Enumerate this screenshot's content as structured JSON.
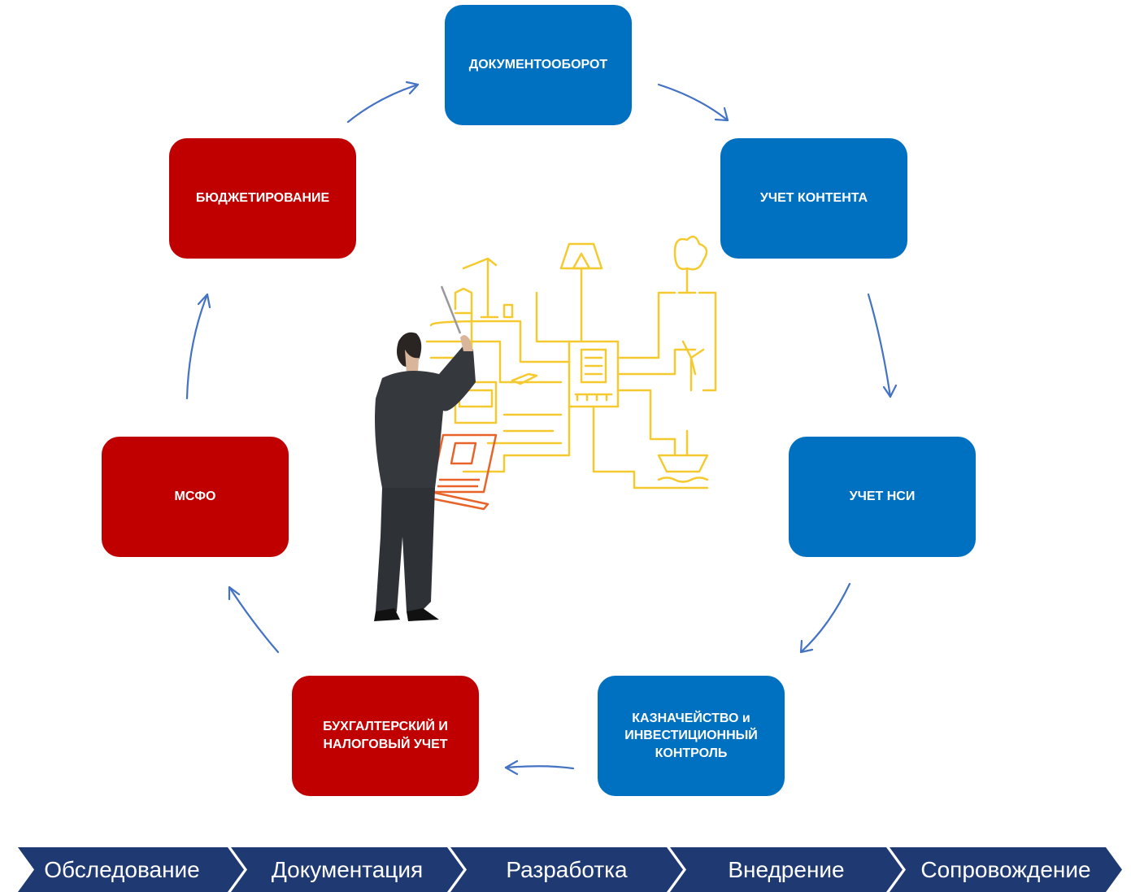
{
  "nodes": [
    {
      "label": "ДОКУМЕНТООБОРОТ",
      "color": "#0070c0"
    },
    {
      "label": "УЧЕТ КОНТЕНТА",
      "color": "#0070c0"
    },
    {
      "label": "УЧЕТ НСИ",
      "color": "#0070c0"
    },
    {
      "label": "КАЗНАЧЕЙСТВО и ИНВЕСТИЦИОННЫЙ КОНТРОЛЬ",
      "color": "#0070c0"
    },
    {
      "label": "БУХГАЛТЕРСКИЙ И НАЛОГОВЫЙ УЧЕТ",
      "color": "#c00000"
    },
    {
      "label": "МСФО",
      "color": "#c00000"
    },
    {
      "label": "БЮДЖЕТИРОВАНИЕ",
      "color": "#c00000"
    }
  ],
  "stages": [
    "Обследование",
    "Документация",
    "Разработка",
    "Внедрение",
    "Сопровождение"
  ],
  "colors": {
    "stage_bar": "#1f3a73",
    "arrow": "#4472c4",
    "illustration_lines": "#f5c518",
    "laptop_accent": "#e8632a"
  }
}
